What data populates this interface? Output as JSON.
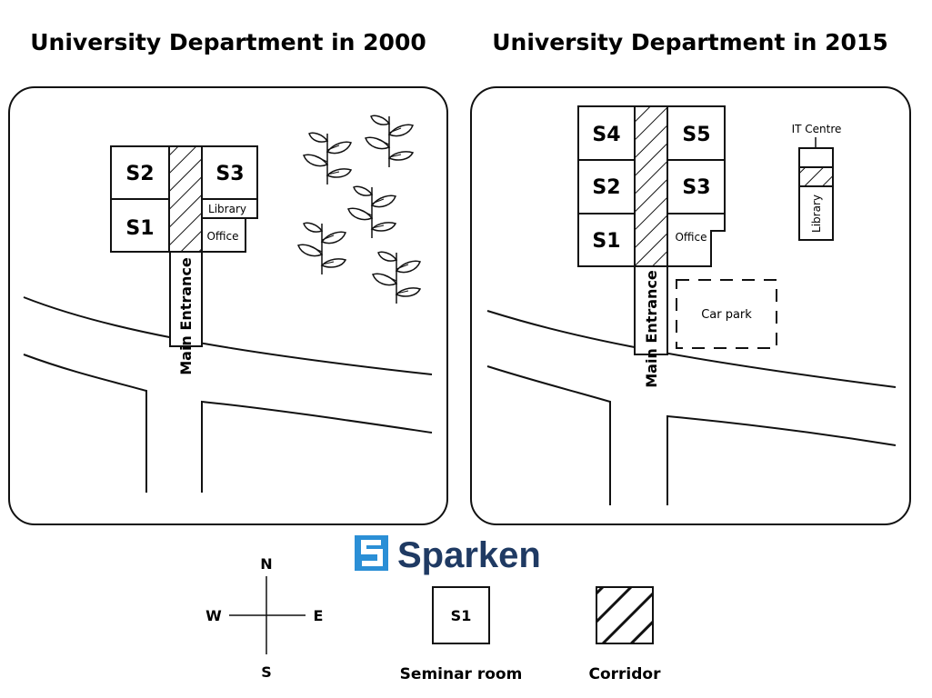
{
  "maps": {
    "left": {
      "title": "University Department in 2000",
      "rooms": {
        "s2": "S2",
        "s3": "S3",
        "s1": "S1"
      },
      "library": "Library",
      "office": "Office",
      "entrance": "Main Entrance",
      "features": [
        "seminar-rooms",
        "corridor",
        "library",
        "office",
        "trees",
        "road"
      ]
    },
    "right": {
      "title": "University Department in 2015",
      "rooms": {
        "s4": "S4",
        "s5": "S5",
        "s2": "S2",
        "s3": "S3",
        "s1": "S1"
      },
      "office": "Office",
      "it_centre": "IT Centre",
      "library": "Library",
      "car_park": "Car park",
      "entrance": "Main Entrance",
      "features": [
        "seminar-rooms",
        "corridor",
        "office",
        "it-centre",
        "library",
        "car-park",
        "road"
      ]
    }
  },
  "legend": {
    "compass": {
      "n": "N",
      "s": "S",
      "e": "E",
      "w": "W"
    },
    "seminar_sample": "S1",
    "seminar_label": "Seminar room",
    "corridor_label": "Corridor"
  },
  "watermark": {
    "text": "Sparken",
    "color": "#1f3a63",
    "accent": "#2b8fd6"
  }
}
